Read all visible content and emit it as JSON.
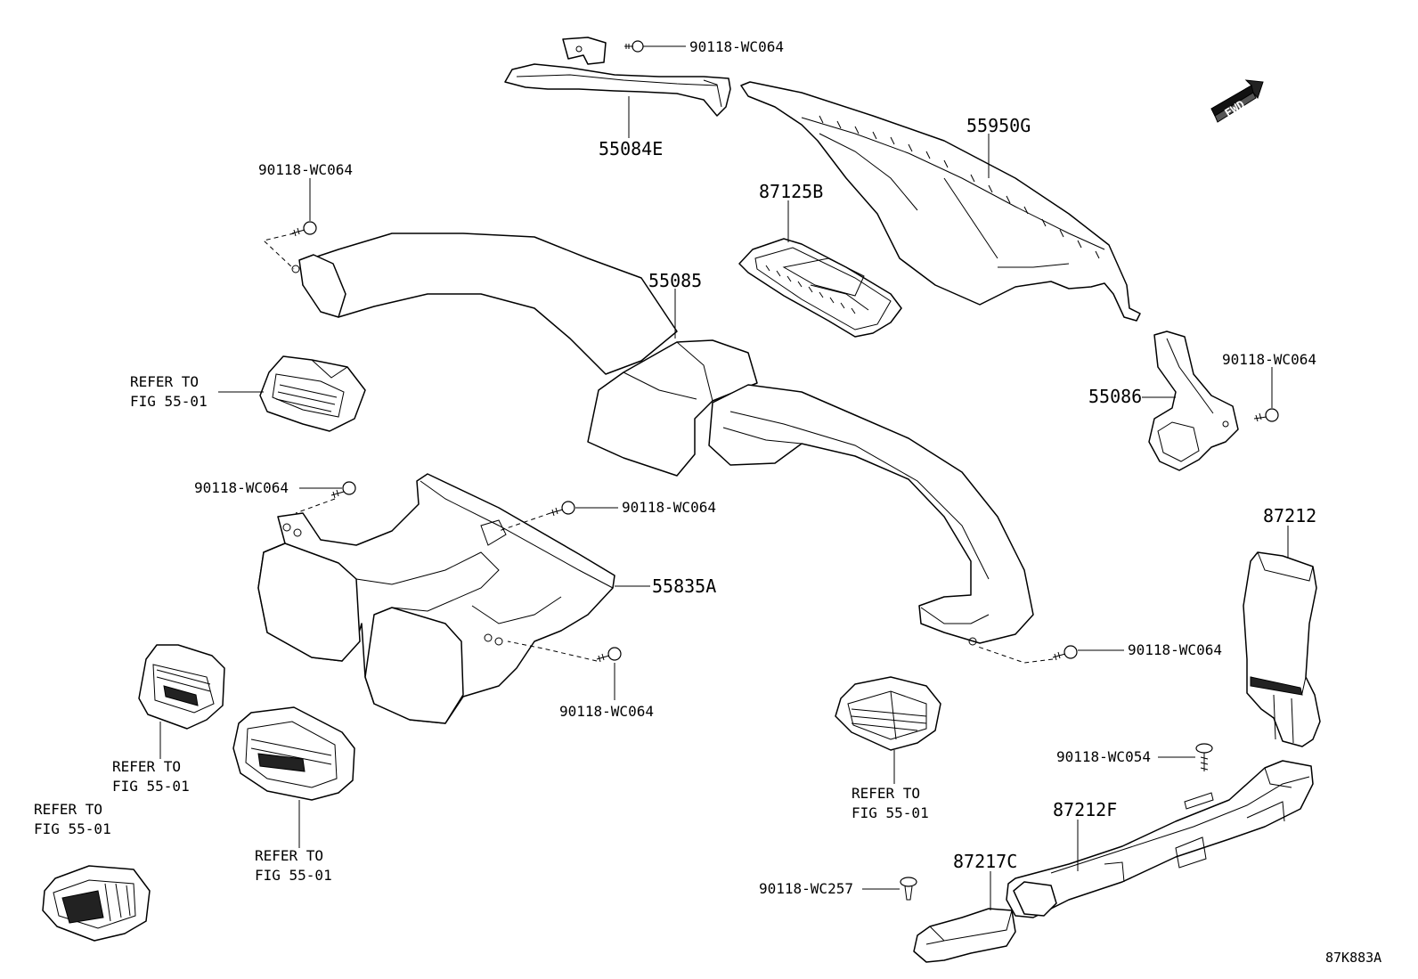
{
  "diagram": {
    "parts": {
      "p55084E": "55084E",
      "p55950G": "55950G",
      "p87125B": "87125B",
      "p55085": "55085",
      "p55086": "55086",
      "p55835A": "55835A",
      "p87212": "87212",
      "p87212F": "87212F",
      "p87217C": "87217C"
    },
    "fasteners": {
      "s1": "90118-WC064",
      "s2": "90118-WC064",
      "s3": "90118-WC064",
      "s4": "90118-WC064",
      "s5": "90118-WC064",
      "s6": "90118-WC064",
      "s7": "90118-WC064",
      "s8": "90118-WC054",
      "s9": "90118-WC257"
    },
    "references": {
      "r1": [
        "REFER TO",
        "FIG 55-01"
      ],
      "r2": [
        "REFER TO",
        "FIG 55-01"
      ],
      "r3": [
        "REFER TO",
        "FIG 55-01"
      ],
      "r4": [
        "REFER TO",
        "FIG 55-01"
      ],
      "r5": [
        "REFER TO",
        "FIG 55-01"
      ]
    },
    "fwd_label": "FWD",
    "code": "87K883A"
  }
}
